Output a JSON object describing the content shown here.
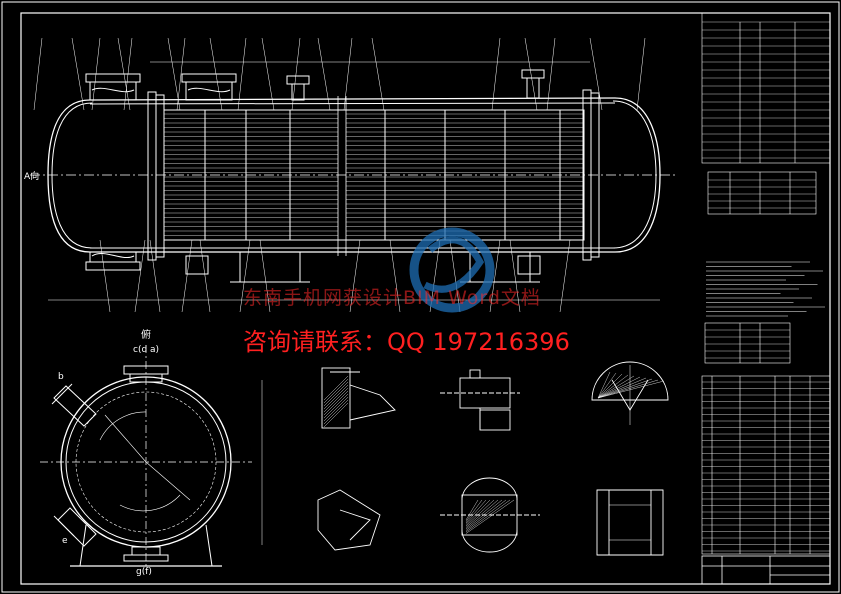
{
  "watermark": {
    "line1": "东南手机网获设计BIM Word文档",
    "line2": "咨询请联系：QQ 197216396"
  },
  "labels": {
    "axis_a": "A向",
    "section_view": "俯",
    "nozzle_top": "c(d a)",
    "nozzle_left": "b",
    "nozzle_bottom": "g(f)",
    "nozzle_bl": "e"
  },
  "colors": {
    "background": "#000000",
    "line": "#ffffff",
    "watermark": "#ff2020",
    "logo": "#1e6eb4"
  }
}
